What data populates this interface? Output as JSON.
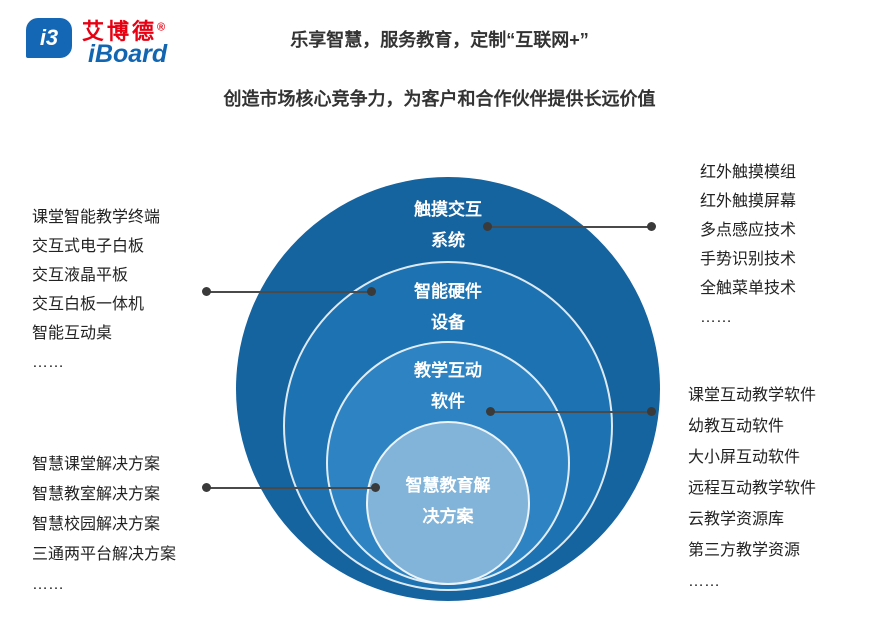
{
  "logo": {
    "icon_text": "i3",
    "brand_cn": "艾博德",
    "reg_mark": "®",
    "brand_en": "iBoard"
  },
  "header": {
    "line1": "乐享智慧，服务教育，定制“互联网+”",
    "line2": "创造市场核心竞争力，为客户和合作伙伴提供长远价值"
  },
  "diagram": {
    "rings": [
      {
        "label_line1": "触摸交互",
        "label_line2": "系统",
        "color": "#15639f"
      },
      {
        "label_line1": "智能硬件",
        "label_line2": "设备",
        "color": "#1d72b2"
      },
      {
        "label_line1": "教学互动",
        "label_line2": "软件",
        "color": "#2e84c2"
      },
      {
        "label_line1": "智慧教育解",
        "label_line2": "决方案",
        "color": "#82b4da"
      }
    ]
  },
  "lists": {
    "left_top": {
      "items": [
        "课堂智能教学终端",
        "交互式电子白板",
        "交互液晶平板",
        "交互白板一体机",
        "智能互动桌",
        "……"
      ]
    },
    "left_bottom": {
      "items": [
        "智慧课堂解决方案",
        "智慧教室解决方案",
        "智慧校园解决方案",
        "三通两平台解决方案",
        "……"
      ]
    },
    "right_top": {
      "items": [
        "红外触摸模组",
        "红外触摸屏幕",
        "多点感应技术",
        "手势识别技术",
        "全触菜单技术",
        "……"
      ]
    },
    "right_bottom": {
      "items": [
        "课堂互动教学软件",
        "幼教互动软件",
        "大小屏互动软件",
        "远程互动教学软件",
        "云教学资源库",
        "第三方教学资源",
        "……"
      ]
    }
  }
}
